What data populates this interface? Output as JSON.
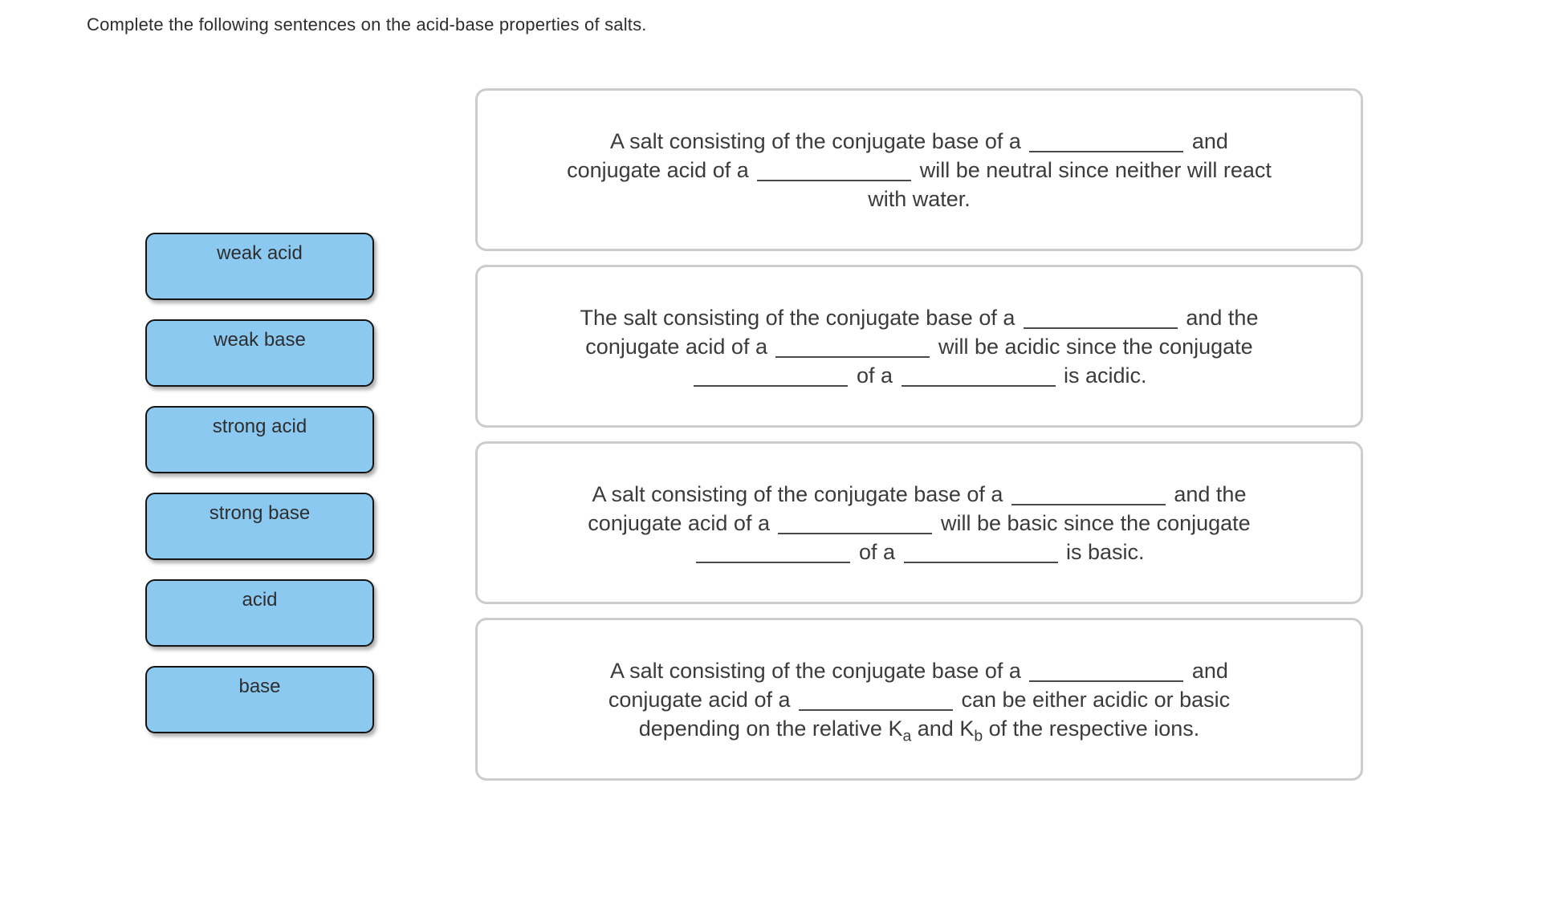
{
  "page": {
    "title": "Complete the following sentences on the acid-base properties of salts."
  },
  "colors": {
    "tile_fill": "#8cc9f1",
    "tile_border": "#141414",
    "card_border": "#cccccc",
    "body_text": "#3b3b3b",
    "blank_line": "#4a4a4a"
  },
  "word_bank": {
    "items": [
      {
        "label": "weak acid"
      },
      {
        "label": "weak base"
      },
      {
        "label": "strong acid"
      },
      {
        "label": "strong base"
      },
      {
        "label": "acid"
      },
      {
        "label": "base"
      }
    ]
  },
  "questions": [
    {
      "lines": [
        [
          {
            "text": "A salt consisting of the conjugate base of a "
          },
          {
            "blank": true
          },
          {
            "text": " and"
          }
        ],
        [
          {
            "text": "conjugate acid of a "
          },
          {
            "blank": true
          },
          {
            "text": " will be neutral since neither will react"
          }
        ],
        [
          {
            "text": "with water."
          }
        ]
      ]
    },
    {
      "lines": [
        [
          {
            "text": "The salt consisting of the conjugate base of a "
          },
          {
            "blank": true
          },
          {
            "text": " and the"
          }
        ],
        [
          {
            "text": "conjugate acid of a "
          },
          {
            "blank": true
          },
          {
            "text": " will be acidic since the conjugate"
          }
        ],
        [
          {
            "blank": true
          },
          {
            "text": " of a "
          },
          {
            "blank": true
          },
          {
            "text": " is acidic."
          }
        ]
      ]
    },
    {
      "lines": [
        [
          {
            "text": "A salt consisting of the conjugate base of a "
          },
          {
            "blank": true
          },
          {
            "text": " and the"
          }
        ],
        [
          {
            "text": "conjugate acid of a "
          },
          {
            "blank": true
          },
          {
            "text": " will be basic since the conjugate"
          }
        ],
        [
          {
            "blank": true
          },
          {
            "text": " of a "
          },
          {
            "blank": true
          },
          {
            "text": " is basic."
          }
        ]
      ]
    },
    {
      "lines": [
        [
          {
            "text": "A salt consisting of the conjugate base of a "
          },
          {
            "blank": true
          },
          {
            "text": " and"
          }
        ],
        [
          {
            "text": "conjugate acid of a "
          },
          {
            "blank": true
          },
          {
            "text": " can be either acidic or basic"
          }
        ],
        [
          {
            "text": "depending on the relative K"
          },
          {
            "sub": "a"
          },
          {
            "text": " and K"
          },
          {
            "sub": "b"
          },
          {
            "text": " of the respective ions."
          }
        ]
      ]
    }
  ]
}
